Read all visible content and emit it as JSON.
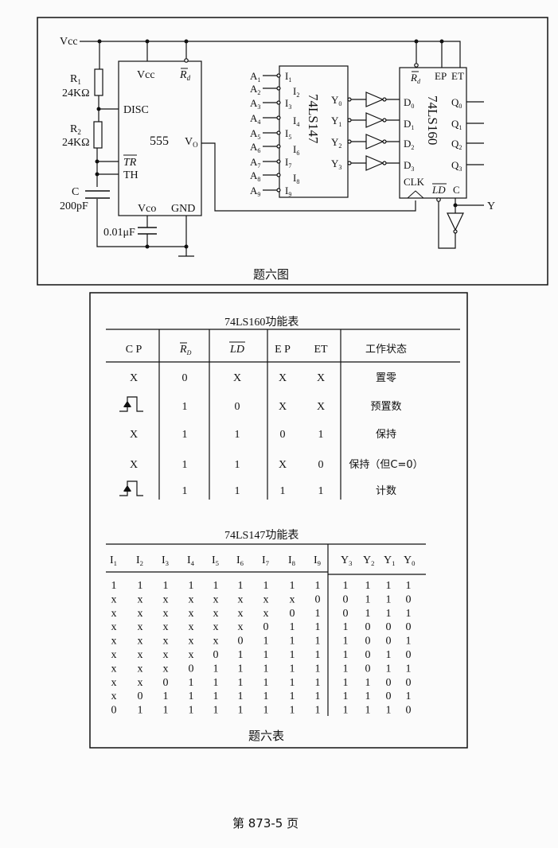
{
  "figure": {
    "caption": "题六图",
    "vcc_rail": "Vcc",
    "r1": {
      "base": "R",
      "sub": "1",
      "value": "24KΩ"
    },
    "r2": {
      "base": "R",
      "sub": "2",
      "value": "24KΩ"
    },
    "c": {
      "name": "C",
      "value": "200pF"
    },
    "c2": {
      "value": "0.01μF"
    },
    "timer": {
      "name": "555",
      "vcc": "Vcc",
      "rd": "R",
      "rd_sub": "d",
      "disc": "DISC",
      "tr": "TR",
      "th": "TH",
      "vo": "V",
      "vo_sub": "O",
      "vco": "Vco",
      "gnd": "GND"
    },
    "encoder": {
      "name": "74LS147",
      "inputs": [
        {
          "a": "A",
          "as": "1",
          "i": "I",
          "is": "1"
        },
        {
          "a": "A",
          "as": "2",
          "i": "I",
          "is": "2"
        },
        {
          "a": "A",
          "as": "3",
          "i": "I",
          "is": "3"
        },
        {
          "a": "A",
          "as": "4",
          "i": "I",
          "is": "4"
        },
        {
          "a": "A",
          "as": "5",
          "i": "I",
          "is": "5"
        },
        {
          "a": "A",
          "as": "6",
          "i": "I",
          "is": "6"
        },
        {
          "a": "A",
          "as": "7",
          "i": "I",
          "is": "7"
        },
        {
          "a": "A",
          "as": "8",
          "i": "I",
          "is": "8"
        },
        {
          "a": "A",
          "as": "9",
          "i": "I",
          "is": "9"
        }
      ],
      "outputs": [
        {
          "b": "Y",
          "s": "0"
        },
        {
          "b": "Y",
          "s": "1"
        },
        {
          "b": "Y",
          "s": "2"
        },
        {
          "b": "Y",
          "s": "3"
        }
      ]
    },
    "counter": {
      "name": "74LS160",
      "rd": "R",
      "rd_sub": "d",
      "ep": "EP",
      "et": "ET",
      "clk": "CLK",
      "ld": "LD",
      "c": "C",
      "d": [
        {
          "b": "D",
          "s": "0"
        },
        {
          "b": "D",
          "s": "1"
        },
        {
          "b": "D",
          "s": "2"
        },
        {
          "b": "D",
          "s": "3"
        }
      ],
      "q": [
        {
          "b": "Q",
          "s": "0"
        },
        {
          "b": "Q",
          "s": "1"
        },
        {
          "b": "Q",
          "s": "2"
        },
        {
          "b": "Q",
          "s": "3"
        }
      ],
      "output_label": "Y"
    }
  },
  "table160": {
    "title": "74LS160功能表",
    "headers": {
      "cp": "C P",
      "rd": "R",
      "rd_sub": "D",
      "ld": "LD",
      "ep": "E P",
      "et": "ET",
      "state": "工作状态"
    },
    "rows": [
      {
        "cp": "X",
        "rd": "0",
        "ld": "X",
        "ep": "X",
        "et": "X",
        "state": "置零"
      },
      {
        "cp": "pulse",
        "rd": "1",
        "ld": "0",
        "ep": "X",
        "et": "X",
        "state": "预置数"
      },
      {
        "cp": "X",
        "rd": "1",
        "ld": "1",
        "ep": "0",
        "et": "1",
        "state": "保持"
      },
      {
        "cp": "X",
        "rd": "1",
        "ld": "1",
        "ep": "X",
        "et": "0",
        "state": "保持（但C=0）"
      },
      {
        "cp": "pulse",
        "rd": "1",
        "ld": "1",
        "ep": "1",
        "et": "1",
        "state": "计数"
      }
    ]
  },
  "table147": {
    "title": "74LS147功能表",
    "input_headers": [
      {
        "b": "I",
        "s": "1"
      },
      {
        "b": "I",
        "s": "2"
      },
      {
        "b": "I",
        "s": "3"
      },
      {
        "b": "I",
        "s": "4"
      },
      {
        "b": "I",
        "s": "5"
      },
      {
        "b": "I",
        "s": "6"
      },
      {
        "b": "I",
        "s": "7"
      },
      {
        "b": "I",
        "s": "8"
      },
      {
        "b": "I",
        "s": "9"
      }
    ],
    "output_headers": [
      {
        "b": "Y",
        "s": "3"
      },
      {
        "b": "Y",
        "s": "2"
      },
      {
        "b": "Y",
        "s": "1"
      },
      {
        "b": "Y",
        "s": "0"
      }
    ],
    "rows": [
      [
        "1",
        "1",
        "1",
        "1",
        "1",
        "1",
        "1",
        "1",
        "1",
        "1",
        "1",
        "1",
        "1"
      ],
      [
        "x",
        "x",
        "x",
        "x",
        "x",
        "x",
        "x",
        "x",
        "0",
        "0",
        "1",
        "1",
        "0"
      ],
      [
        "x",
        "x",
        "x",
        "x",
        "x",
        "x",
        "x",
        "0",
        "1",
        "0",
        "1",
        "1",
        "1"
      ],
      [
        "x",
        "x",
        "x",
        "x",
        "x",
        "x",
        "0",
        "1",
        "1",
        "1",
        "0",
        "0",
        "0"
      ],
      [
        "x",
        "x",
        "x",
        "x",
        "x",
        "0",
        "1",
        "1",
        "1",
        "1",
        "0",
        "0",
        "1"
      ],
      [
        "x",
        "x",
        "x",
        "x",
        "0",
        "1",
        "1",
        "1",
        "1",
        "1",
        "0",
        "1",
        "0"
      ],
      [
        "x",
        "x",
        "x",
        "0",
        "1",
        "1",
        "1",
        "1",
        "1",
        "1",
        "0",
        "1",
        "1"
      ],
      [
        "x",
        "x",
        "0",
        "1",
        "1",
        "1",
        "1",
        "1",
        "1",
        "1",
        "1",
        "0",
        "0"
      ],
      [
        "x",
        "0",
        "1",
        "1",
        "1",
        "1",
        "1",
        "1",
        "1",
        "1",
        "1",
        "0",
        "1"
      ],
      [
        "0",
        "1",
        "1",
        "1",
        "1",
        "1",
        "1",
        "1",
        "1",
        "1",
        "1",
        "1",
        "0"
      ]
    ],
    "caption": "题六表"
  },
  "footer": {
    "page": "第 873-5 页"
  }
}
